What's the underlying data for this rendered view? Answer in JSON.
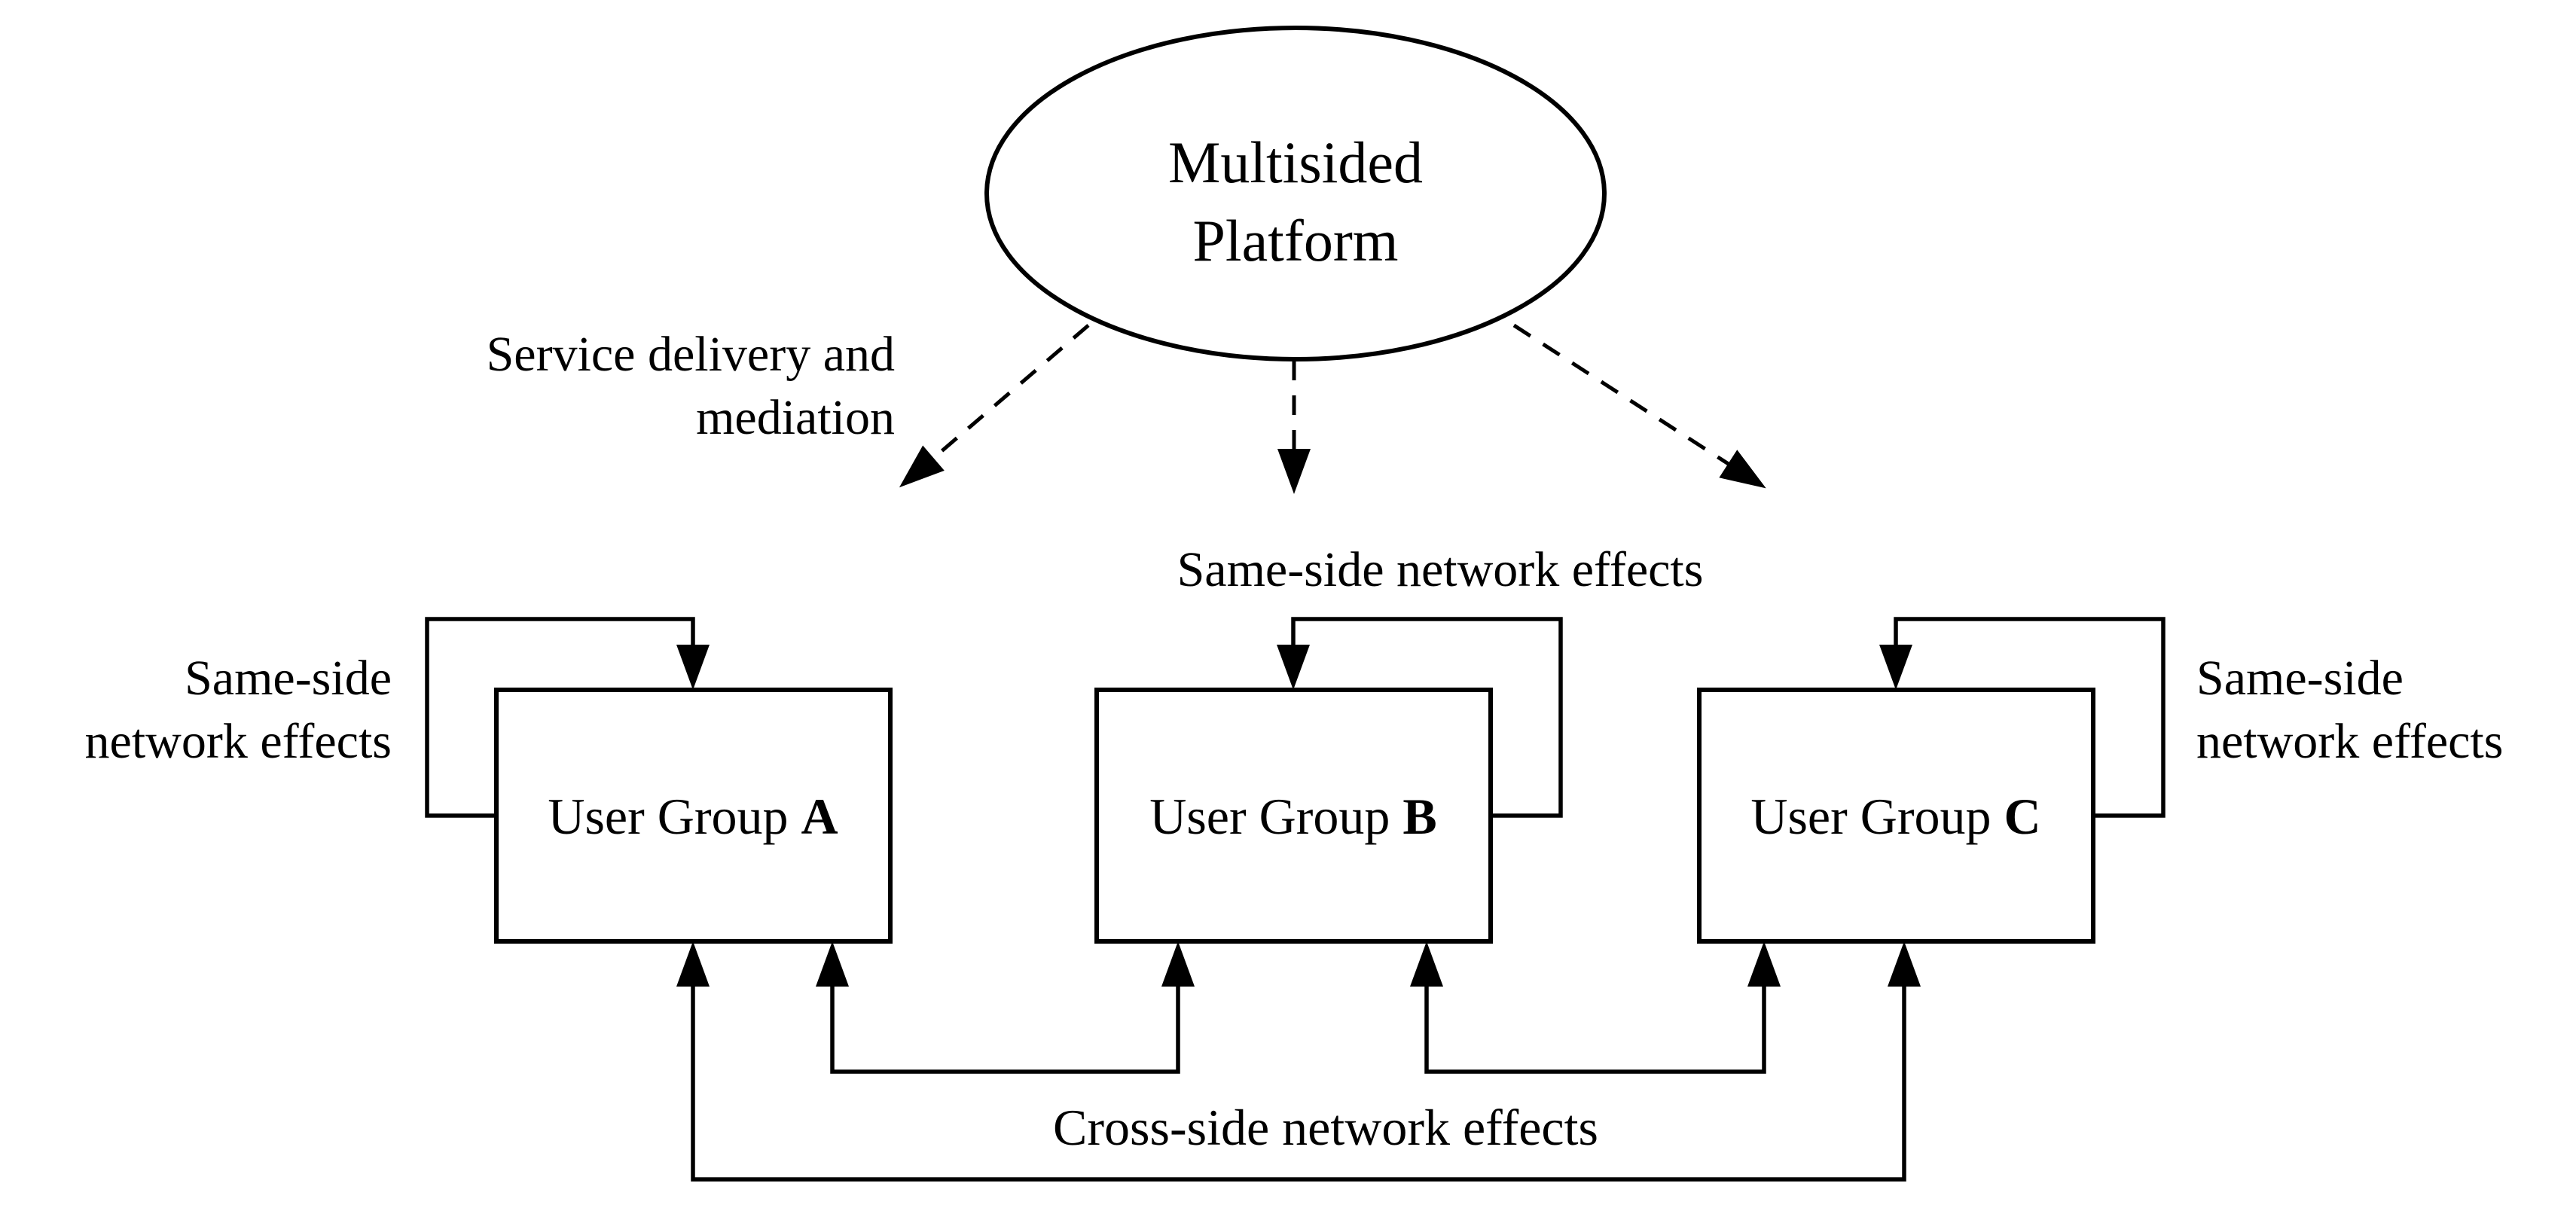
{
  "platform": {
    "lines": [
      "Multisided",
      "Platform"
    ]
  },
  "user_groups": [
    {
      "prefix": "User Group ",
      "letter": "A"
    },
    {
      "prefix": "User Group ",
      "letter": "B"
    },
    {
      "prefix": "User Group ",
      "letter": "C"
    }
  ],
  "labels": {
    "service": [
      "Service delivery and",
      "mediation"
    ],
    "same_side_top": "Same-side network effects",
    "same_side_left": [
      "Same-side",
      "network effects"
    ],
    "same_side_right": [
      "Same-side",
      "network effects"
    ],
    "cross_side": "Cross-side network effects"
  },
  "colors": {
    "line": "#000000",
    "text": "#000000",
    "background": "#ffffff"
  }
}
